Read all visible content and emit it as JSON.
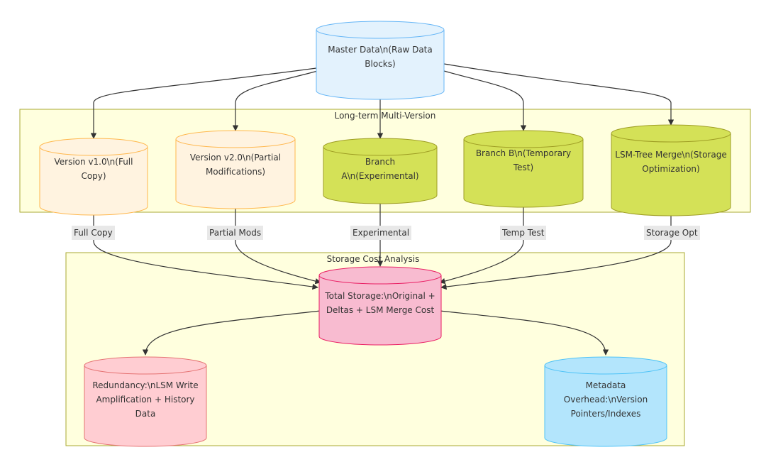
{
  "clusters": {
    "multi_version": {
      "title": "Long-term Multi-Version"
    },
    "storage_cost": {
      "title": "Storage Cost Analysis"
    }
  },
  "nodes": {
    "master": {
      "label": "Master Data\\n(Raw Data Blocks)",
      "fill": "#e3f2fd",
      "stroke": "#64b5f6"
    },
    "v1": {
      "label": "Version v1.0\\n(Full Copy)",
      "fill": "#fff3e0",
      "stroke": "#ffb74d"
    },
    "v2": {
      "label": "Version v2.0\\n(Partial Modifications)",
      "fill": "#fff3e0",
      "stroke": "#ffb74d"
    },
    "branch_a": {
      "label": "Branch A\\n(Experimental)",
      "fill": "#d4e157",
      "stroke": "#9e9d24"
    },
    "branch_b": {
      "label": "Branch B\\n(Temporary Test)",
      "fill": "#d4e157",
      "stroke": "#9e9d24"
    },
    "lsm": {
      "label": "LSM-Tree Merge\\n(Storage Optimization)",
      "fill": "#d4e157",
      "stroke": "#9e9d24"
    },
    "total": {
      "label": "Total Storage:\\nOriginal + Deltas + LSM Merge Cost",
      "fill": "#f8bbd0",
      "stroke": "#e91e63"
    },
    "redundancy": {
      "label": "Redundancy:\\nLSM Write Amplification + History Data",
      "fill": "#ffcdd2",
      "stroke": "#e57373"
    },
    "metadata": {
      "label": "Metadata Overhead:\\nVersion Pointers/Indexes",
      "fill": "#b3e5fc",
      "stroke": "#4fc3f7"
    }
  },
  "edge_labels": {
    "full_copy": "Full Copy",
    "partial_mods": "Partial Mods",
    "experimental": "Experimental",
    "temp_test": "Temp Test",
    "storage_opt": "Storage Opt"
  },
  "colors": {
    "cluster_fill": "#ffffde",
    "cluster_stroke": "#aaaa33",
    "edge": "#333333"
  }
}
